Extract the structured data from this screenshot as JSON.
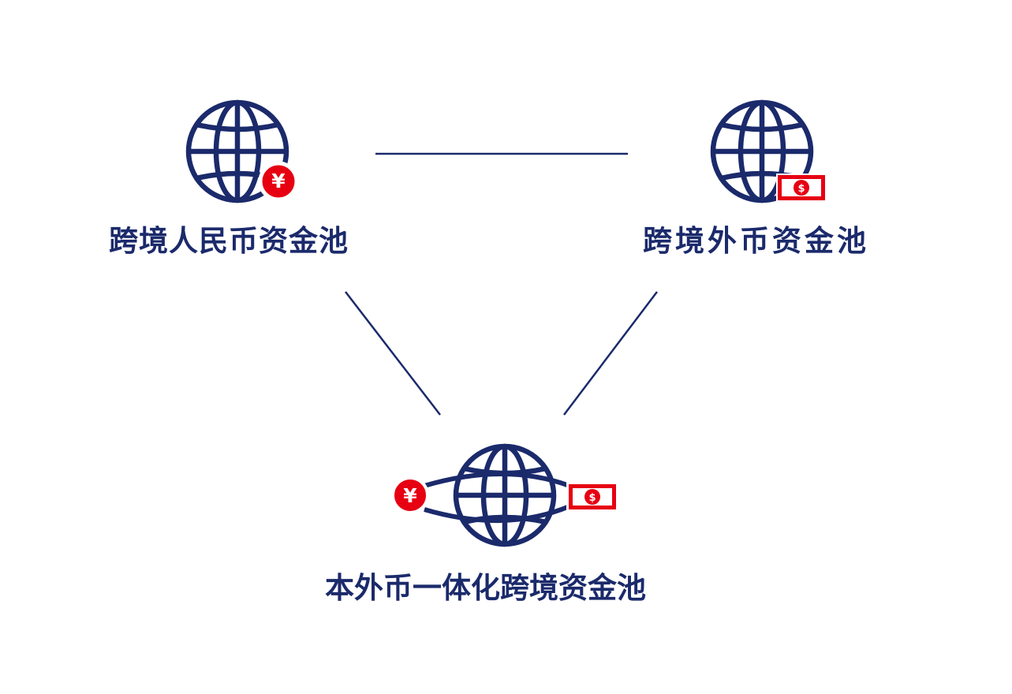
{
  "nodes": {
    "rmb_pool": {
      "label": "跨境人民币资金池",
      "currency_symbol": "¥",
      "icon": "globe-yuan-icon"
    },
    "fx_pool": {
      "label": "跨境外币资金池",
      "currency_symbol": "$",
      "icon": "globe-dollar-bill-icon"
    },
    "integrated_pool": {
      "label": "本外币一体化跨境资金池",
      "left_symbol": "¥",
      "right_symbol": "$",
      "icon": "globe-orbit-currencies-icon"
    }
  },
  "colors": {
    "primary": "#1b2a6b",
    "accent": "#e60012",
    "background": "#ffffff"
  }
}
